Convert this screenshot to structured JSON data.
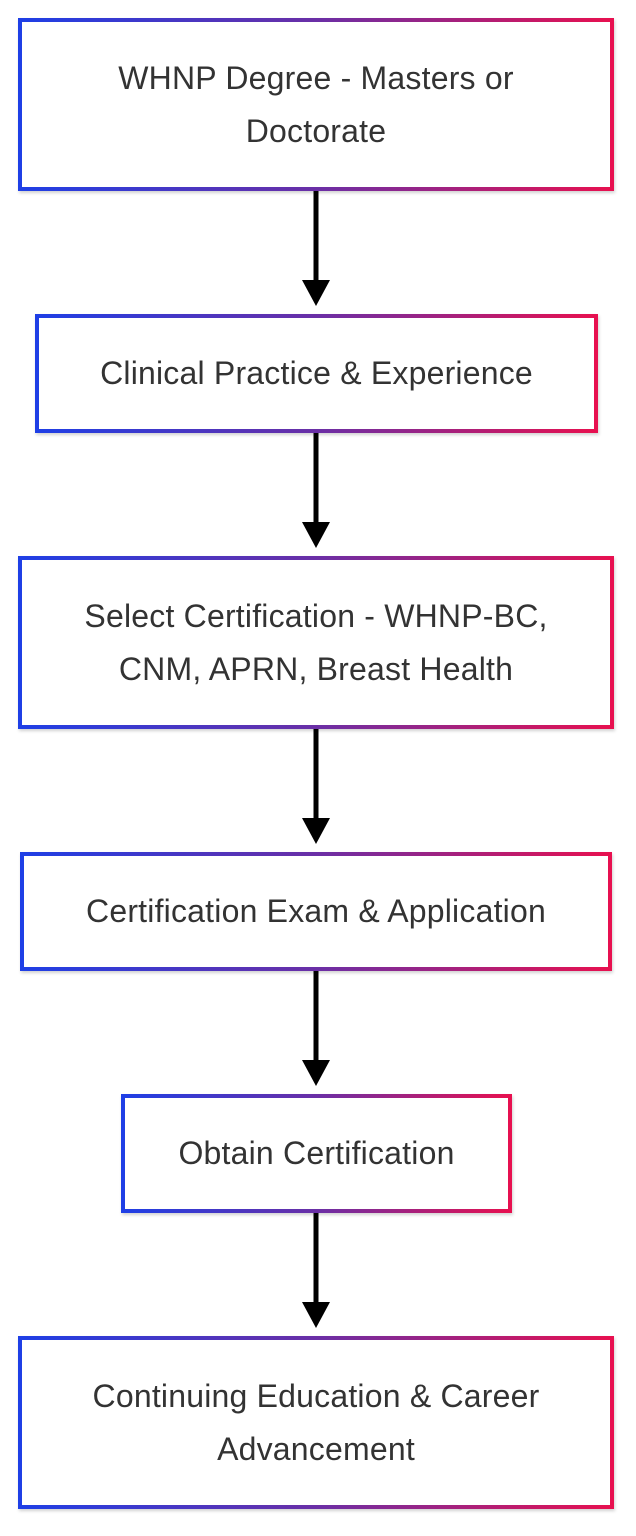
{
  "nodes": [
    {
      "id": "n1",
      "label": "WHNP Degree - Masters or Doctorate"
    },
    {
      "id": "n2",
      "label": "Clinical Practice & Experience"
    },
    {
      "id": "n3",
      "label": "Select Certification - WHNP-BC, CNM, APRN, Breast Health"
    },
    {
      "id": "n4",
      "label": "Certification Exam & Application"
    },
    {
      "id": "n5",
      "label": "Obtain Certification"
    },
    {
      "id": "n6",
      "label": "Continuing Education & Career Advancement"
    }
  ],
  "edges": [
    {
      "from": "n1",
      "to": "n2"
    },
    {
      "from": "n2",
      "to": "n3"
    },
    {
      "from": "n3",
      "to": "n4"
    },
    {
      "from": "n4",
      "to": "n5"
    },
    {
      "from": "n5",
      "to": "n6"
    }
  ],
  "colors": {
    "border_start": "#1e3fe6",
    "border_mid": "#6a2fa6",
    "border_end": "#e8104f",
    "text": "#333333",
    "arrow": "#000000"
  }
}
